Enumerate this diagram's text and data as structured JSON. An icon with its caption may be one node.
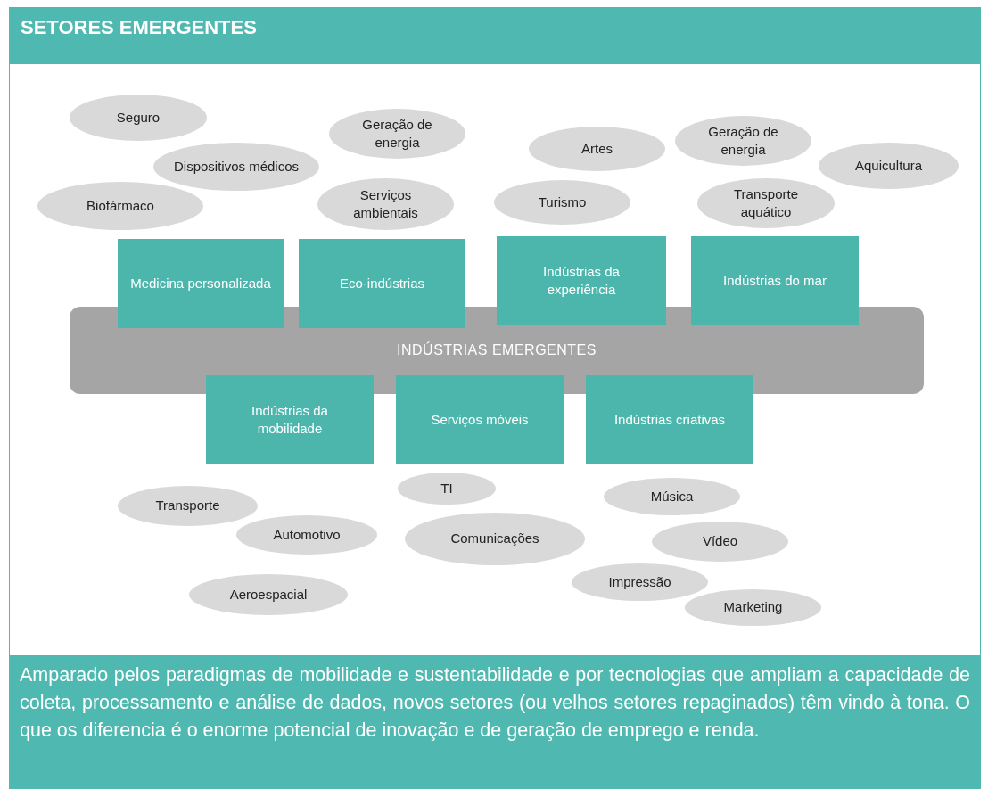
{
  "diagram": {
    "title": "SETORES EMERGENTES",
    "caption": "Amparado pelos paradigmas de mobilidade e sustentabilidade e por tecnologias que ampliam a capacidade de coleta, processamento e análise de dados, novos setores (ou velhos setores repaginados) têm vindo à tona. O que os diferencia é o enorme potencial de inovação e de geração de emprego e renda.",
    "nodes": [
      {
        "text": [
          "Seguro"
        ]
      },
      {
        "text": [
          "Geração de energia"
        ]
      },
      {
        "text": [
          "Dispositivos médicos"
        ]
      },
      {
        "text": [
          "Artes"
        ]
      },
      {
        "text": [
          "Geração de energia"
        ]
      },
      {
        "text": [
          "Aquicultura"
        ]
      },
      {
        "text": [
          "Biofármaco"
        ]
      },
      {
        "text": [
          "Serviços ambientais"
        ]
      },
      {
        "text": [
          "Turismo"
        ]
      },
      {
        "text": [
          "Transporte aquático"
        ]
      },
      {
        "text": [
          "Medicina personalizada"
        ]
      },
      {
        "text": [
          "Eco-indústrias"
        ]
      },
      {
        "text": [
          "Indústrias da experiência"
        ]
      },
      {
        "text": [
          "Indústrias do mar"
        ]
      },
      {
        "text": [
          "INDÚSTRIAS EMERGENTES"
        ]
      },
      {
        "text": [
          "Indústrias da mobilidade"
        ]
      },
      {
        "text": [
          "Serviços móveis"
        ]
      },
      {
        "text": [
          "Indústrias criativas"
        ]
      },
      {
        "text": [
          "TI"
        ]
      },
      {
        "text": [
          "Música"
        ]
      },
      {
        "text": [
          "Transporte"
        ]
      },
      {
        "text": [
          "Automotivo"
        ]
      },
      {
        "text": [
          "Comunicações"
        ]
      },
      {
        "text": [
          "Vídeo"
        ]
      },
      {
        "text": [
          "Impressão"
        ]
      },
      {
        "text": [
          "Aeroespacial"
        ]
      },
      {
        "text": [
          "Marketing"
        ]
      }
    ]
  }
}
